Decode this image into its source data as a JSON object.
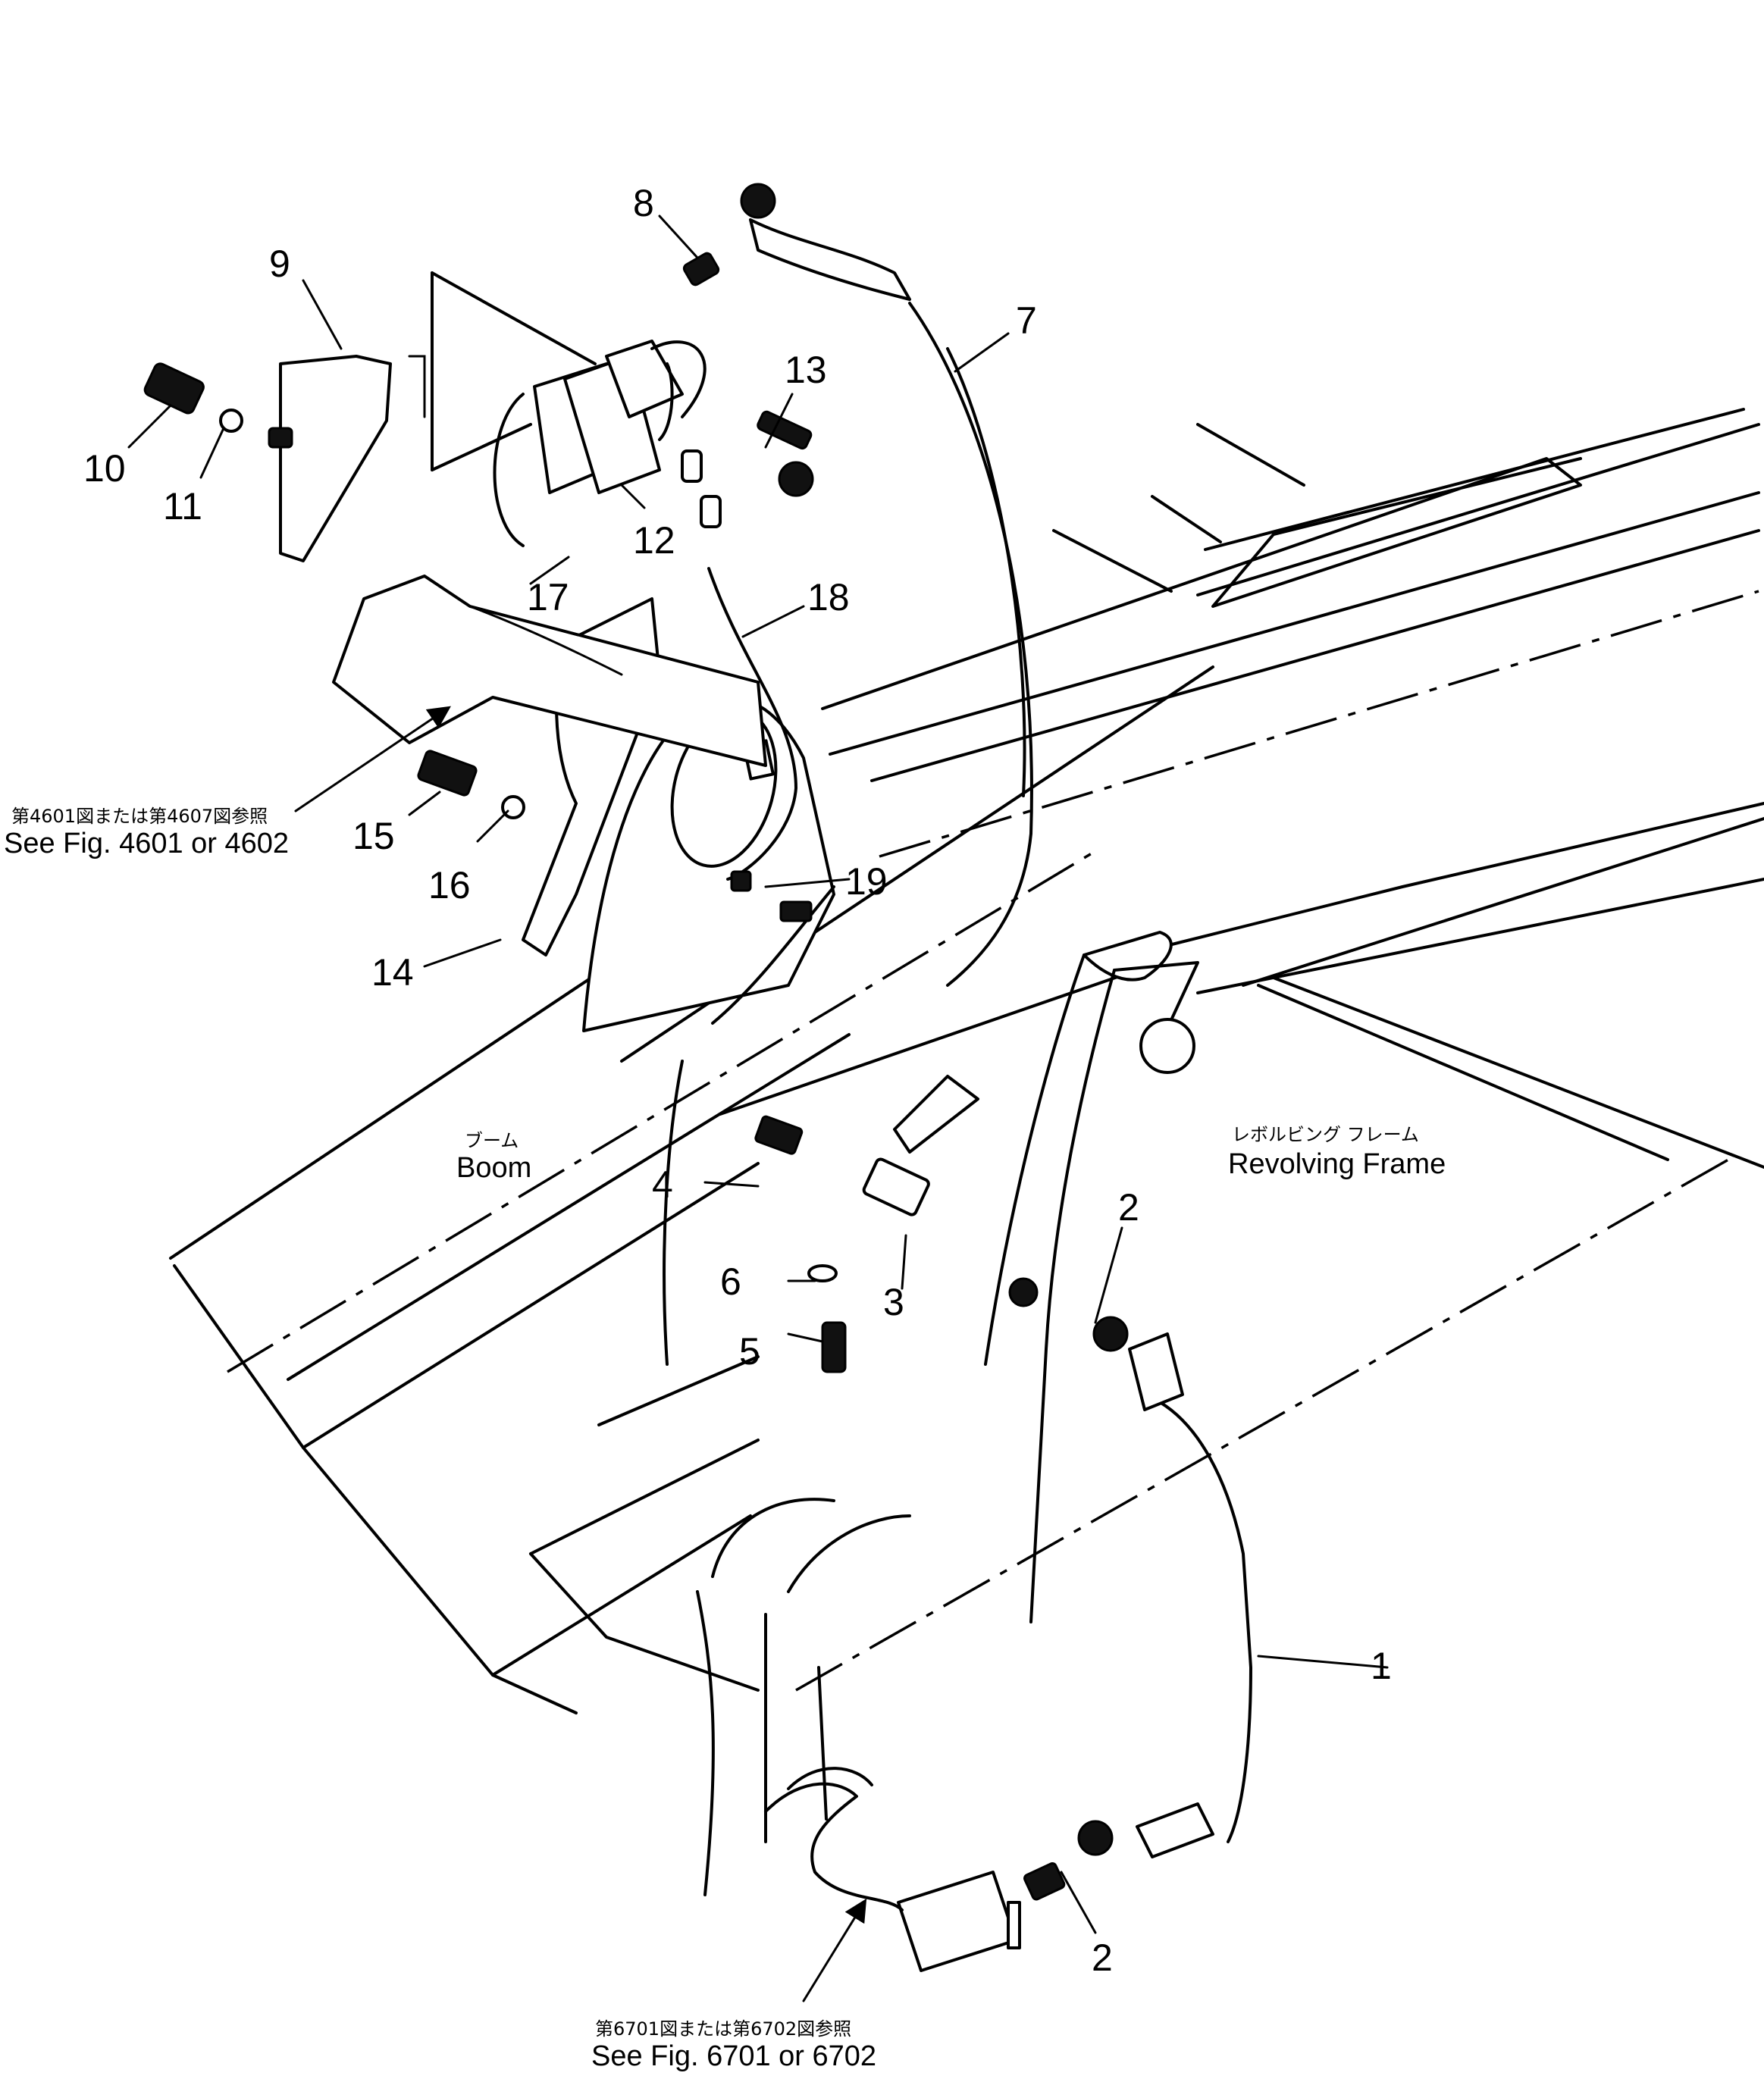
{
  "callouts": {
    "c1": "1",
    "c2a": "2",
    "c2b": "2",
    "c3": "3",
    "c4": "4",
    "c5": "5",
    "c6": "6",
    "c7": "7",
    "c8": "8",
    "c9": "9",
    "c10": "10",
    "c11": "11",
    "c12": "12",
    "c13": "13",
    "c14": "14",
    "c15": "15",
    "c16": "16",
    "c17": "17",
    "c18": "18",
    "c19": "19"
  },
  "labels": {
    "boom_jp": "ブーム",
    "boom_en": "Boom",
    "frame_jp": "レボルビング フレーム",
    "frame_en": "Revolving Frame",
    "ref1_jp": "第4601図または第4607図参照",
    "ref1_en": "See Fig. 4601 or 4602",
    "ref2_jp": "第6701図または第6702図参照",
    "ref2_en": "See Fig. 6701 or 6702"
  },
  "icons": {
    "part_icon": "mechanical-part",
    "arrow_icon": "leader-arrow"
  }
}
